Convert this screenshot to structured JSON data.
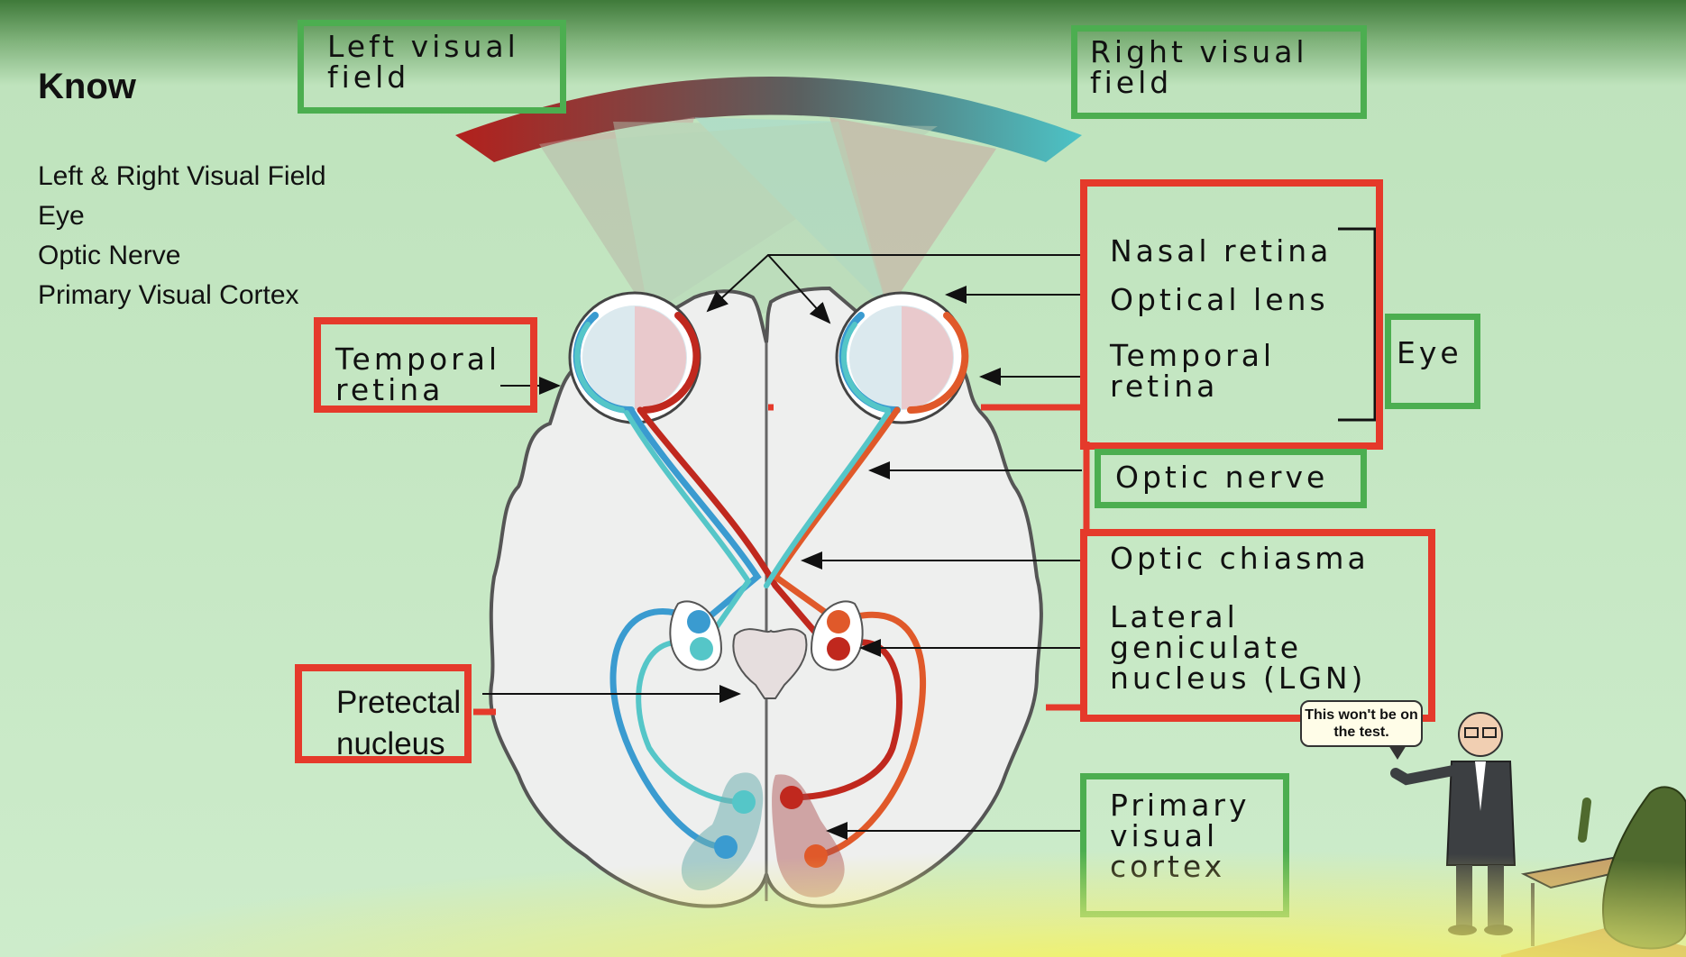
{
  "know": {
    "heading": "Know",
    "items": [
      "Left & Right Visual Field",
      "Eye",
      "Optic Nerve",
      "Primary Visual Cortex"
    ]
  },
  "labels": {
    "left_visual_field": "Left visual\nfield",
    "right_visual_field": "Right visual\nfield",
    "temporal_retina_left": "Temporal\nretina",
    "nasal_retina": "Nasal retina",
    "optical_lens": "Optical lens",
    "temporal_retina_right": "Temporal\nretina",
    "eye": "Eye",
    "optic_nerve": "Optic nerve",
    "optic_chiasma": "Optic chiasma",
    "lgn": "Lateral\ngeniculate\nnucleus (LGN)",
    "pretectal_nucleus": "Pretectal\nnucleus",
    "primary_visual_cortex": "Primary\nvisual\ncortex"
  },
  "speech_bubble": "This won't be on the test.",
  "colors": {
    "green_box": "#4cae50",
    "red_box": "#e53a2b",
    "left_field": "#a8201d",
    "right_field": "#4cbcc0",
    "blue_path": "#3a9bd0",
    "cyan_path": "#55c6c8",
    "red_path": "#c0281e",
    "orange_path": "#e0592a"
  },
  "icons": [
    "brain-outline-icon",
    "eye-icon",
    "teacher-figure-icon",
    "avocado-figure-icon",
    "desk-icon"
  ]
}
